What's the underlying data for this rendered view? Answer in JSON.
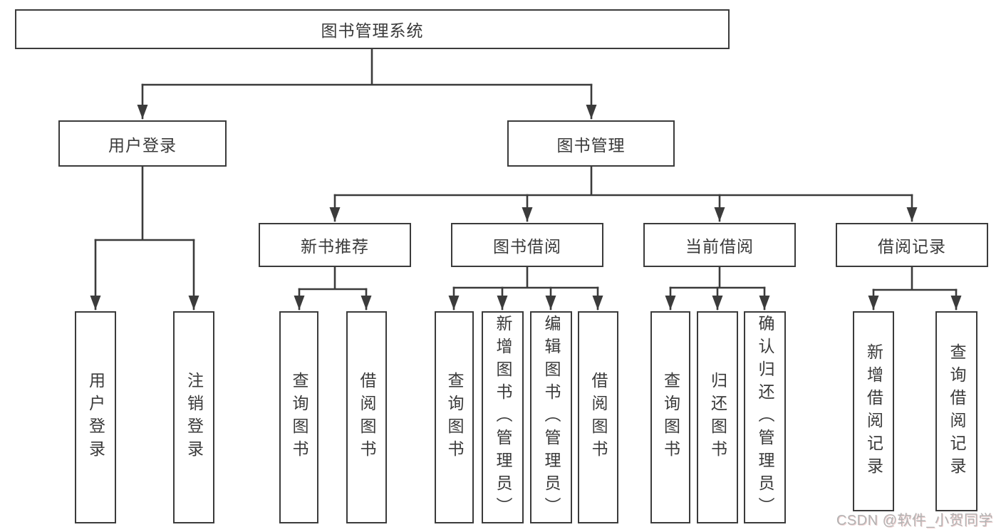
{
  "diagram": {
    "watermark": "CSDN @软件_小贺同学",
    "colors": {
      "line": "#3b3b3b",
      "box_border": "#3b3b3b",
      "text": "#3a3a3a",
      "watermark_text": "#b3b3b3",
      "background": "#ffffff"
    },
    "tree": {
      "label": "图书管理系统",
      "children": [
        {
          "label": "用户登录",
          "children": [
            {
              "label": "用户登录"
            },
            {
              "label": "注销登录"
            }
          ]
        },
        {
          "label": "图书管理",
          "children": [
            {
              "label": "新书推荐",
              "children": [
                {
                  "label": "查询图书"
                },
                {
                  "label": "借阅图书"
                }
              ]
            },
            {
              "label": "图书借阅",
              "children": [
                {
                  "label": "查询图书"
                },
                {
                  "label": "新增图书（管理员）"
                },
                {
                  "label": "编辑图书（管理员）"
                },
                {
                  "label": "借阅图书"
                }
              ]
            },
            {
              "label": "当前借阅",
              "children": [
                {
                  "label": "查询图书"
                },
                {
                  "label": "归还图书"
                },
                {
                  "label": "确认归还（管理员）"
                }
              ]
            },
            {
              "label": "借阅记录",
              "children": [
                {
                  "label": "新增借阅记录"
                },
                {
                  "label": "查询借阅记录"
                }
              ]
            }
          ]
        }
      ]
    }
  }
}
